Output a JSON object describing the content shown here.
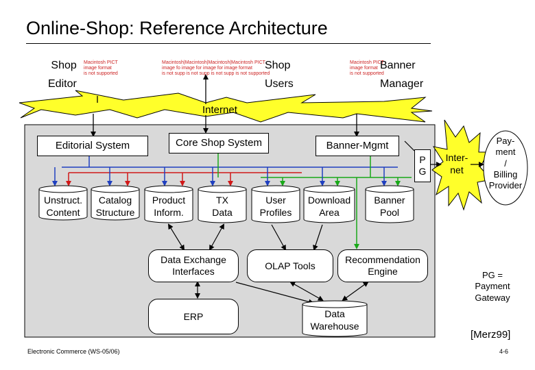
{
  "title": "Online-Shop: Reference Architecture",
  "actors": {
    "shop_editor": "Shop\nEditor",
    "shop_users": "Shop\nUsers",
    "banner_manager": "Banner\nManager"
  },
  "pict_placeholders": {
    "editor": "Macintosh PICT\nimage format\nis not supported",
    "users": "Macintosh|Macintosh|Macintosh|Macintosh PICT\nimage fo image for image for image format\nis not supp is not supp is not supp is not supported",
    "banner": "Macintosh PICT\nimage format\nis not supported"
  },
  "internet_label": "Internet",
  "systems": {
    "editorial": "Editorial System",
    "core_shop": "Core Shop System",
    "banner_mgmt": "Banner-Mgmt",
    "pg": "P\nG"
  },
  "datastores": {
    "unstruct_content": "Unstruct.\nContent",
    "catalog_structure": "Catalog\nStructure",
    "product_inform": "Product\nInform.",
    "tx_data": "TX\nData",
    "user_profiles": "User\nProfiles",
    "download_area": "Download\nArea",
    "banner_pool": "Banner\nPool",
    "data_warehouse": "Data\nWarehouse"
  },
  "components": {
    "data_exchange": "Data Exchange\nInterfaces",
    "olap_tools": "OLAP Tools",
    "recommendation": "Recommendation\nEngine",
    "erp": "ERP"
  },
  "external": {
    "internet_right": "Inter-\nnet",
    "payment_provider": "Pay-\nment\n/\nBilling\nProvider"
  },
  "notes": {
    "pg_legend": "PG =\nPayment\nGateway",
    "citation": "[Merz99]"
  },
  "footer": {
    "course": "Electronic Commerce (WS-05/06)",
    "page": "4-6"
  },
  "colors": {
    "blue": "#1f3fbf",
    "red": "#d01818",
    "green": "#18a818",
    "burst": "#ffff2a",
    "panel": "#d9d9d9"
  }
}
